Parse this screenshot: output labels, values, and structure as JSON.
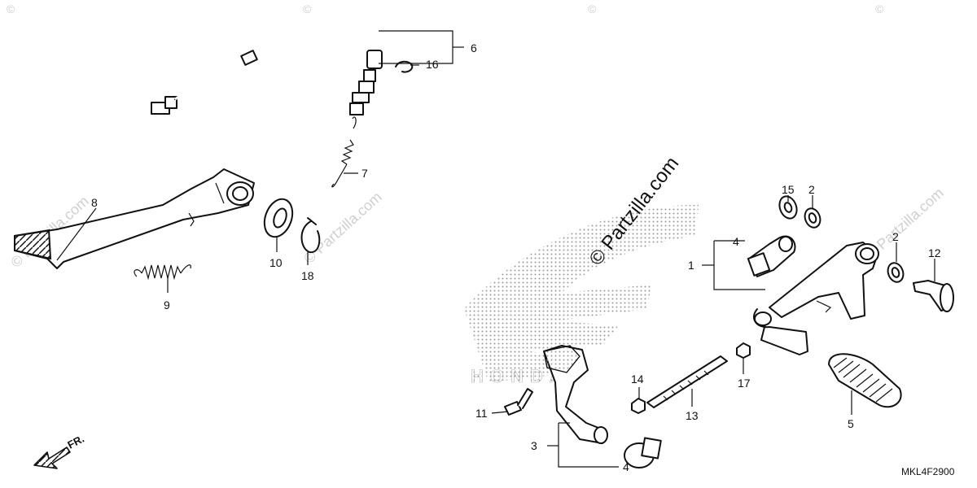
{
  "watermark": {
    "main": "© Partzilla.com",
    "faint": "© Partzilla.com",
    "corner": "©"
  },
  "labels": {
    "p1": "1",
    "p2a": "2",
    "p2b": "2",
    "p3": "3",
    "p4a": "4",
    "p4b": "4",
    "p5": "5",
    "p6": "6",
    "p7": "7",
    "p8": "8",
    "p9": "9",
    "p10": "10",
    "p11": "11",
    "p12": "12",
    "p13": "13",
    "p14": "14",
    "p15": "15",
    "p16": "16",
    "p17": "17",
    "p18": "18"
  },
  "direction": "FR.",
  "diagram_code": "MKL4F2900",
  "logo_text": "HONDA"
}
